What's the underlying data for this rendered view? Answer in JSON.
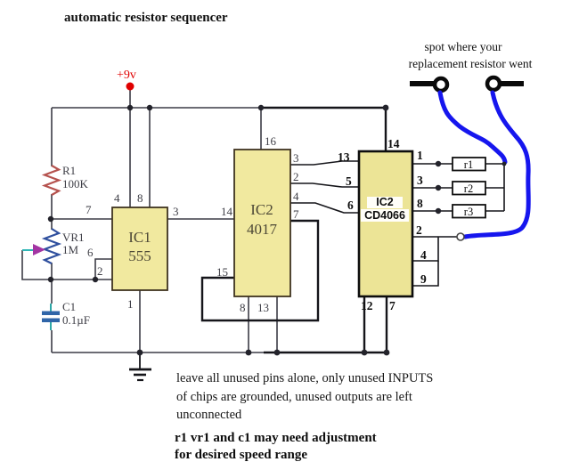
{
  "title": "automatic resistor sequencer",
  "supply_label": "+9v",
  "terminal_note": {
    "line1": "spot where your",
    "line2": "replacement resistor went"
  },
  "components": {
    "r1": {
      "name": "R1",
      "value": "100K"
    },
    "vr1": {
      "name": "VR1",
      "value": "1M"
    },
    "c1": {
      "name": "C1",
      "value": "0.1µF"
    },
    "ic1": {
      "name": "IC1",
      "part": "555"
    },
    "counter": {
      "name": "IC2",
      "part": "4017"
    },
    "switch": {
      "name": "IC2",
      "part": "CD4066"
    },
    "sequenced": [
      "r1",
      "r2",
      "r3"
    ]
  },
  "pins": {
    "ic1": {
      "p7": "7",
      "p4": "4",
      "p8": "8",
      "p3": "3",
      "p6": "6",
      "p2": "2",
      "p1": "1"
    },
    "counter": {
      "p16": "16",
      "p14": "14",
      "p15": "15",
      "p3": "3",
      "p2": "2",
      "p4": "4",
      "p7": "7",
      "p8": "8",
      "p13": "13"
    },
    "switch": {
      "p14": "14",
      "p13": "13",
      "p5": "5",
      "p6": "6",
      "p1": "1",
      "p3": "3",
      "p8": "8",
      "p2": "2",
      "p4": "4",
      "p9": "9",
      "p12": "12",
      "p7": "7"
    }
  },
  "notes": {
    "line1": "leave all unused pins alone, only unused INPUTS",
    "line2": "of chips are grounded, unused outputs are left",
    "line3": "unconnected",
    "bold1": "r1 vr1 and c1 may need adjustment",
    "bold2": "for desired speed range"
  },
  "colors": {
    "wire": "#3c3c46",
    "bus": "#15151a",
    "ic_fill": "#f1e99f",
    "resistor_r1": "#b5524e",
    "resistor_vr1": "#2f4f9e",
    "wiper_arrow": "#a335a3",
    "capacitor_plate": "#2f65a8",
    "capacitor_lead": "#2fa8a8",
    "supply_red": "#e00000",
    "jumper_blue": "#1616ee"
  }
}
